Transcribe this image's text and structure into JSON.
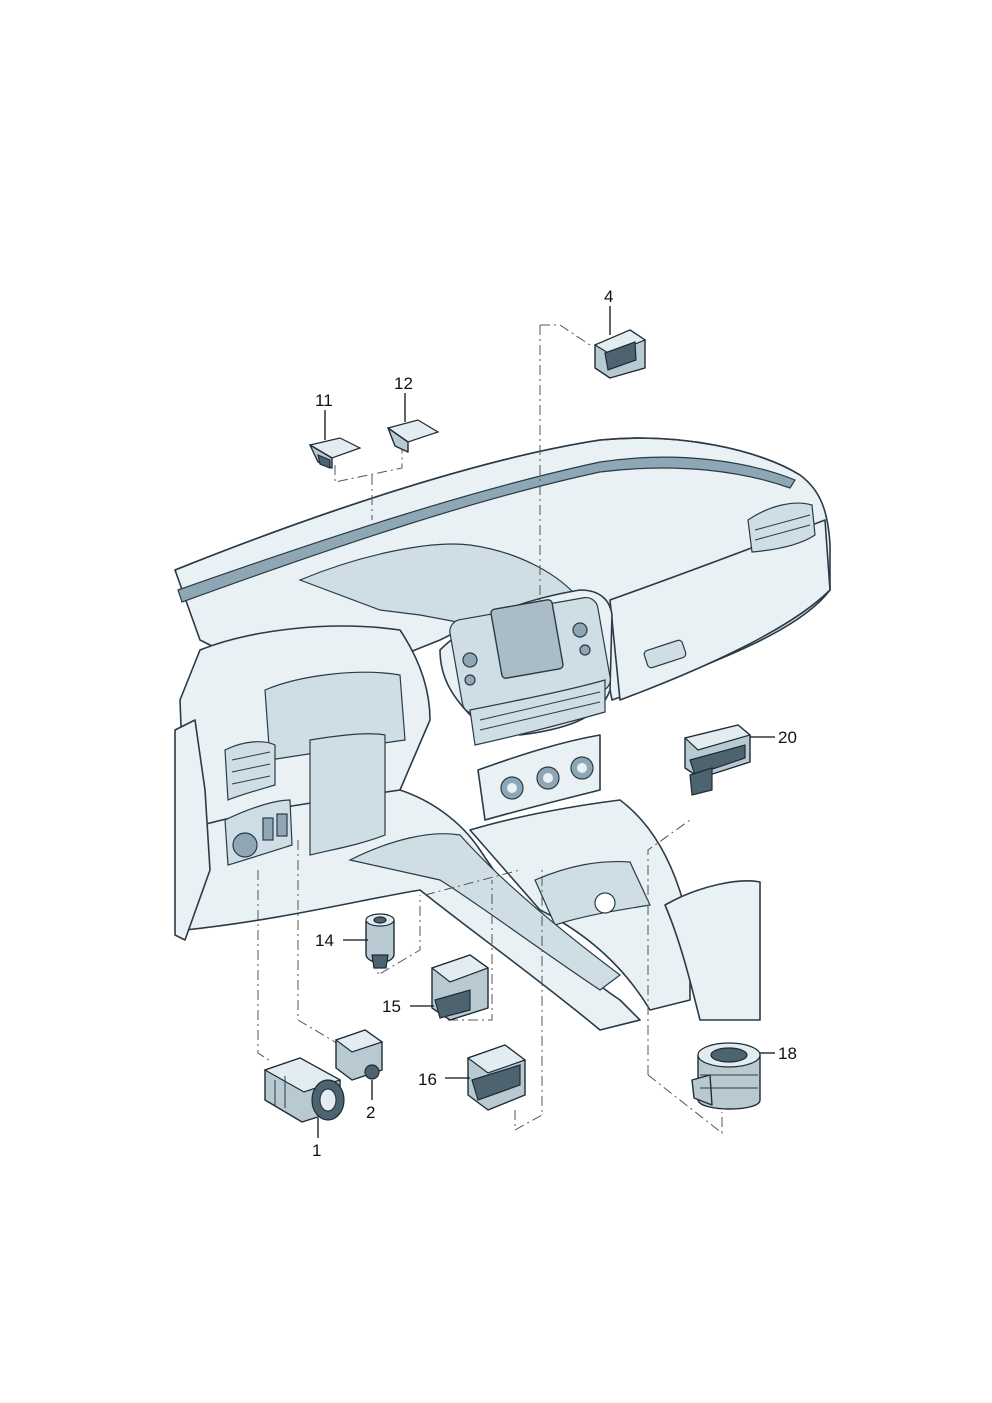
{
  "diagram": {
    "description_style": "exploded parts diagram",
    "callouts": [
      {
        "id": "1",
        "label": "1"
      },
      {
        "id": "2",
        "label": "2"
      },
      {
        "id": "4",
        "label": "4"
      },
      {
        "id": "11",
        "label": "11"
      },
      {
        "id": "12",
        "label": "12"
      },
      {
        "id": "14",
        "label": "14"
      },
      {
        "id": "15",
        "label": "15"
      },
      {
        "id": "16",
        "label": "16"
      },
      {
        "id": "18",
        "label": "18"
      },
      {
        "id": "20",
        "label": "20"
      }
    ],
    "colors": {
      "dashboard_fill": "#e9f1f5",
      "dashboard_shade": "#cfdde5",
      "part_fill": "#b9c9d2",
      "part_dark": "#4e6370",
      "line": "#2a3b48"
    }
  }
}
